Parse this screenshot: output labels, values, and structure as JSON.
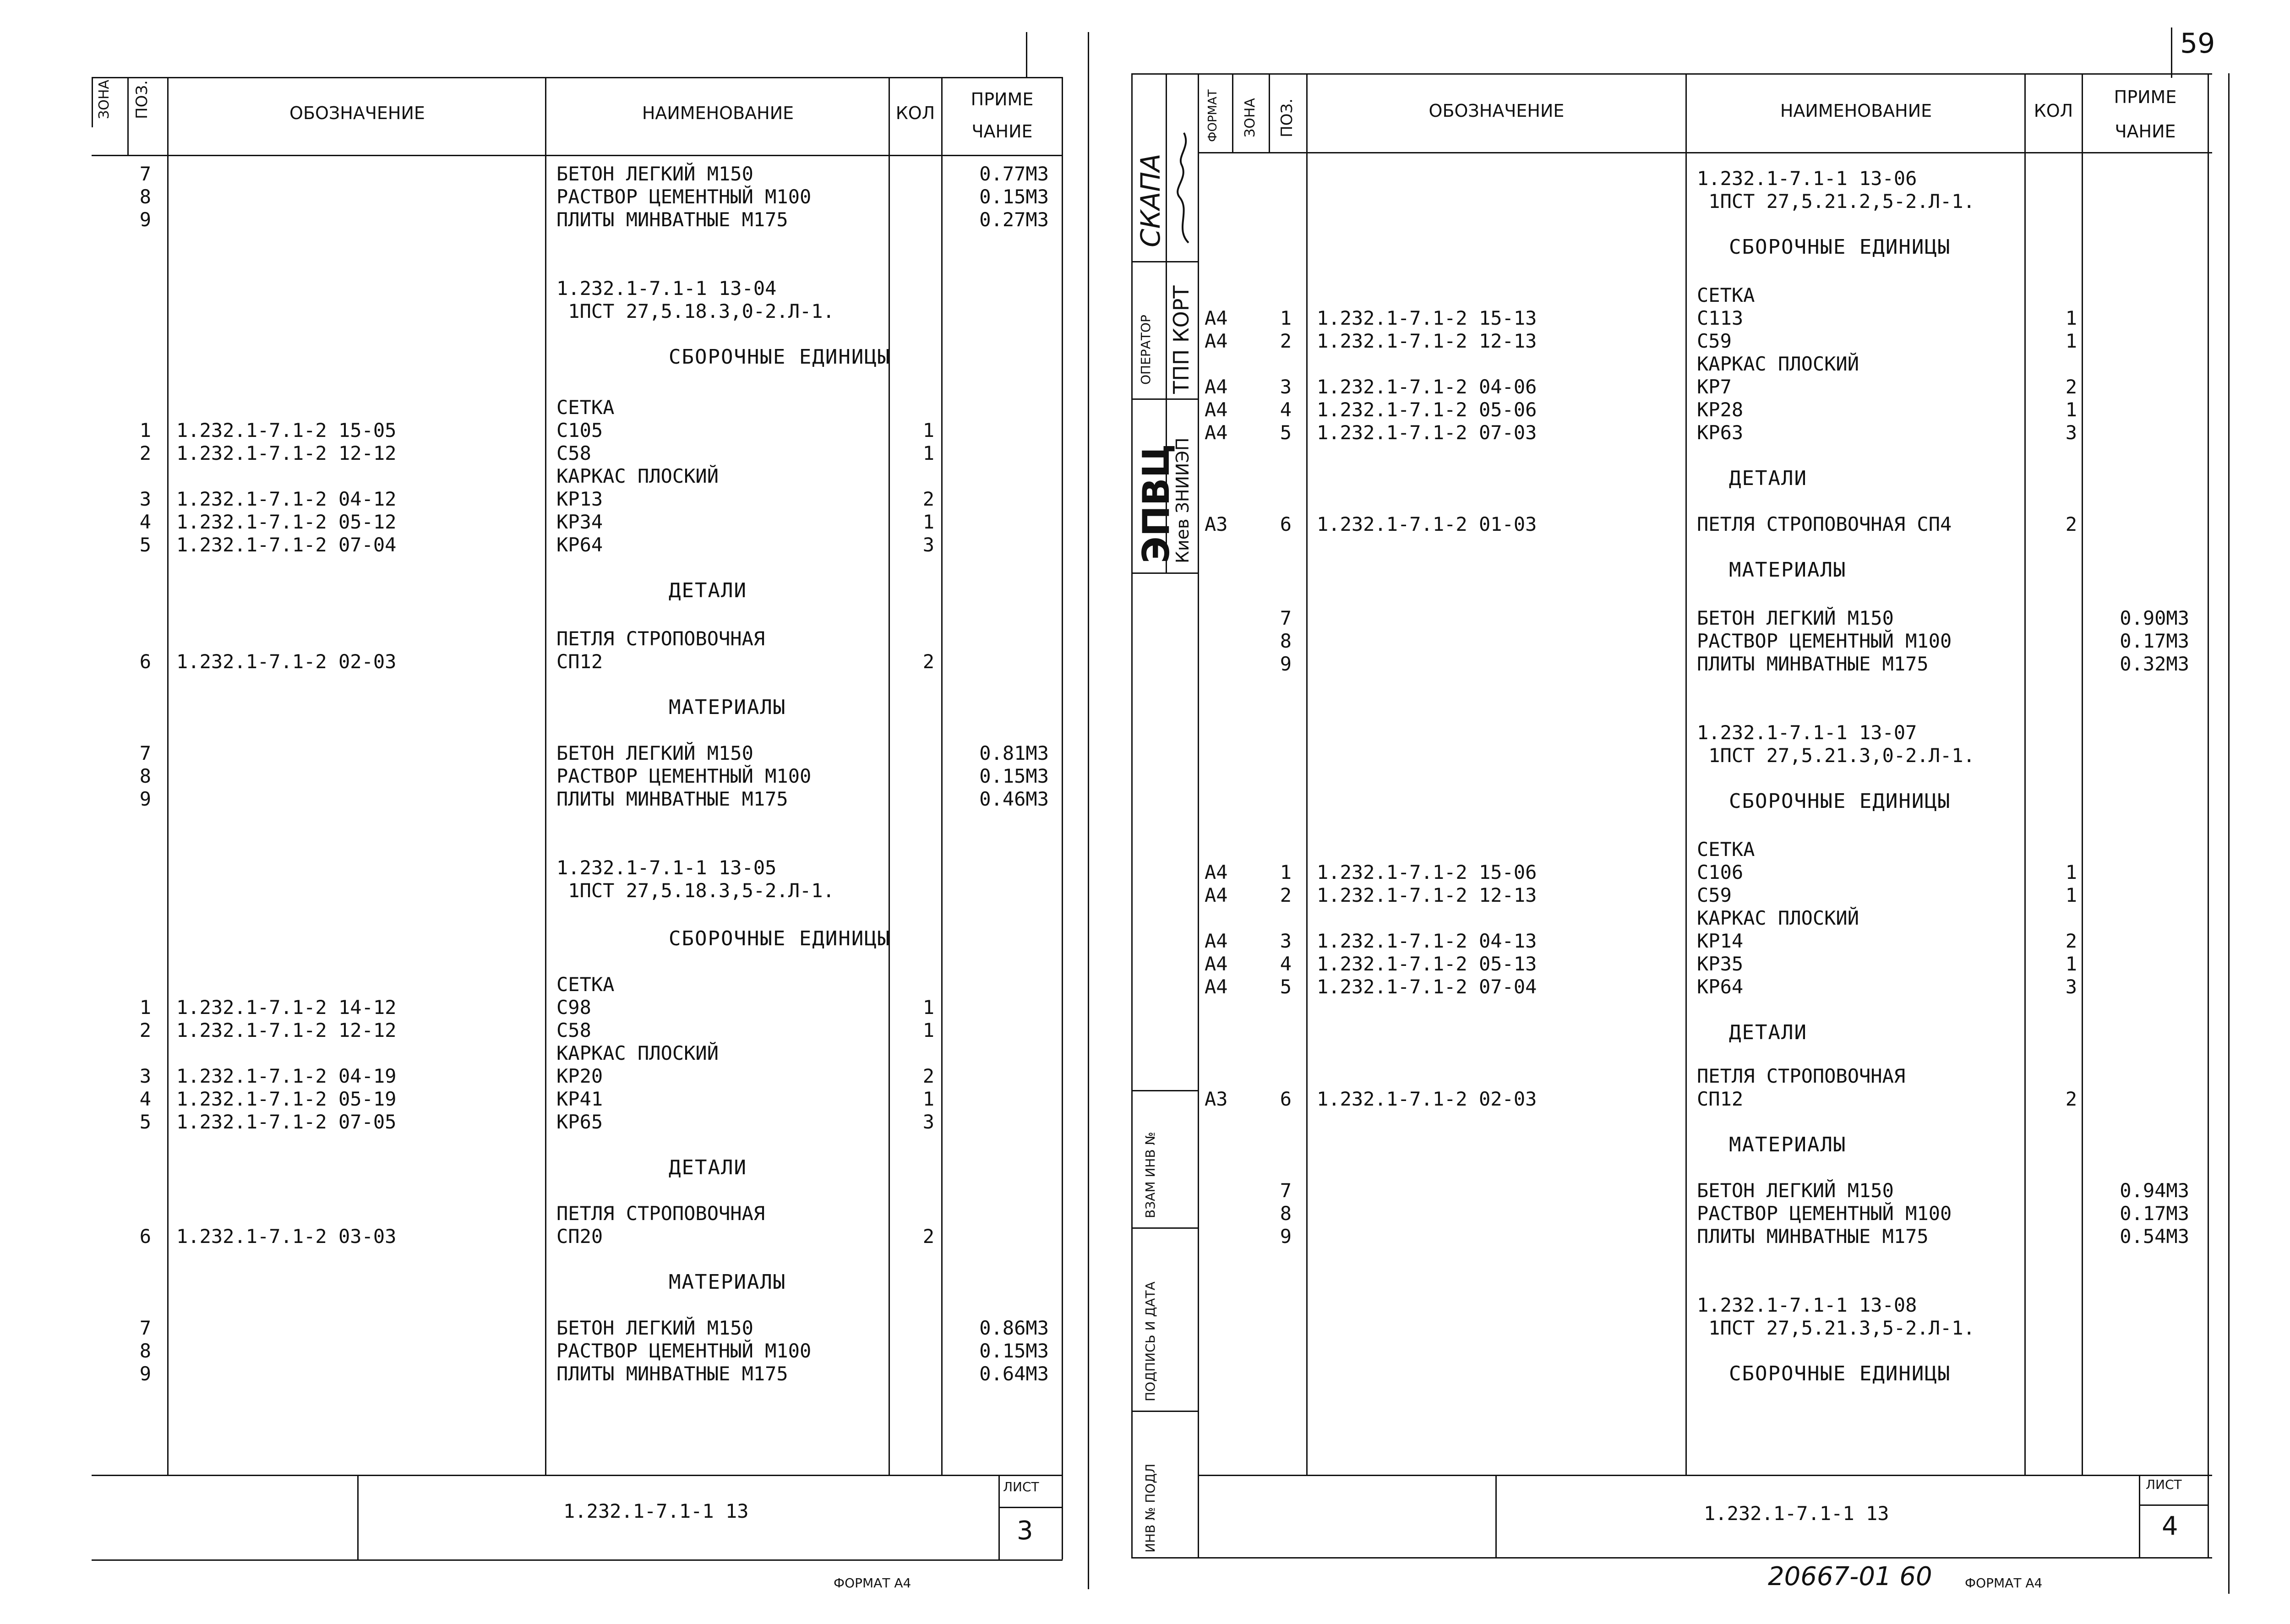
{
  "page_number": "59",
  "columns": {
    "zone": "ЗОНА",
    "pos": "ПОЗ.",
    "format": "ФОРМАТ",
    "designation": "ОБОЗНАЧЕНИЕ",
    "name": "НАИМЕНОВАНИЕ",
    "qty": "КОЛ",
    "note1": "ПРИМЕ",
    "note2": "ЧАНИЕ"
  },
  "left": {
    "rows": [
      {
        "pos": "7",
        "name": "БЕТОН ЛЕГКИЙ М150",
        "note": "0.77М3"
      },
      {
        "pos": "8",
        "name": "РАСТВОР ЦЕМЕНТНЫЙ М100",
        "note": "0.15М3"
      },
      {
        "pos": "9",
        "name": "ПЛИТЫ МИНВАТНЫЕ М175",
        "note": "0.27М3"
      },
      {
        "name": "1.232.1-7.1-1 13-04"
      },
      {
        "name": " 1ПСТ 27,5.18.3,0-2.Л-1."
      },
      {
        "head": "СБОРОЧНЫЕ ЕДИНИЦЫ"
      },
      {
        "name": "СЕТКА"
      },
      {
        "pos": "1",
        "des": "1.232.1-7.1-2 15-05",
        "name": "С105",
        "qty": "1"
      },
      {
        "pos": "2",
        "des": "1.232.1-7.1-2 12-12",
        "name": "С58",
        "qty": "1"
      },
      {
        "name": "КАРКАС ПЛОСКИЙ"
      },
      {
        "pos": "3",
        "des": "1.232.1-7.1-2 04-12",
        "name": "КР13",
        "qty": "2"
      },
      {
        "pos": "4",
        "des": "1.232.1-7.1-2 05-12",
        "name": "КР34",
        "qty": "1"
      },
      {
        "pos": "5",
        "des": "1.232.1-7.1-2 07-04",
        "name": "КР64",
        "qty": "3"
      },
      {
        "head": "ДЕТАЛИ"
      },
      {
        "name": "ПЕТЛЯ СТРОПОВОЧНАЯ"
      },
      {
        "pos": "6",
        "des": "1.232.1-7.1-2 02-03",
        "name": "СП12",
        "qty": "2"
      },
      {
        "head": "МАТЕРИАЛЫ"
      },
      {
        "pos": "7",
        "name": "БЕТОН ЛЕГКИЙ М150",
        "note": "0.81М3"
      },
      {
        "pos": "8",
        "name": "РАСТВОР ЦЕМЕНТНЫЙ М100",
        "note": "0.15М3"
      },
      {
        "pos": "9",
        "name": "ПЛИТЫ МИНВАТНЫЕ М175",
        "note": "0.46М3"
      },
      {
        "name": "1.232.1-7.1-1 13-05"
      },
      {
        "name": " 1ПСТ 27,5.18.3,5-2.Л-1."
      },
      {
        "head": "СБОРОЧНЫЕ ЕДИНИЦЫ"
      },
      {
        "name": "СЕТКА"
      },
      {
        "pos": "1",
        "des": "1.232.1-7.1-2 14-12",
        "name": "С98",
        "qty": "1"
      },
      {
        "pos": "2",
        "des": "1.232.1-7.1-2 12-12",
        "name": "С58",
        "qty": "1"
      },
      {
        "name": "КАРКАС ПЛОСКИЙ"
      },
      {
        "pos": "3",
        "des": "1.232.1-7.1-2 04-19",
        "name": "КР20",
        "qty": "2"
      },
      {
        "pos": "4",
        "des": "1.232.1-7.1-2 05-19",
        "name": "КР41",
        "qty": "1"
      },
      {
        "pos": "5",
        "des": "1.232.1-7.1-2 07-05",
        "name": "КР65",
        "qty": "3"
      },
      {
        "head": "ДЕТАЛИ"
      },
      {
        "name": "ПЕТЛЯ СТРОПОВОЧНАЯ"
      },
      {
        "pos": "6",
        "des": "1.232.1-7.1-2 03-03",
        "name": "СП20",
        "qty": "2"
      },
      {
        "head": "МАТЕРИАЛЫ"
      },
      {
        "pos": "7",
        "name": "БЕТОН ЛЕГКИЙ М150",
        "note": "0.86М3"
      },
      {
        "pos": "8",
        "name": "РАСТВОР ЦЕМЕНТНЫЙ М100",
        "note": "0.15М3"
      },
      {
        "pos": "9",
        "name": "ПЛИТЫ МИНВАТНЫЕ М175",
        "note": "0.64М3"
      }
    ],
    "footer": {
      "doc": "1.232.1-7.1-1 13",
      "sheet_label": "ЛИСТ",
      "sheet": "3",
      "format": "ФОРМАТ А4"
    }
  },
  "right": {
    "rows": [
      {
        "name": "1.232.1-7.1-1 13-06"
      },
      {
        "name": " 1ПСТ 27,5.21.2,5-2.Л-1."
      },
      {
        "head": "СБОРОЧНЫЕ ЕДИНИЦЫ"
      },
      {
        "name": "СЕТКА"
      },
      {
        "zone": "А4",
        "pos": "1",
        "des": "1.232.1-7.1-2 15-13",
        "name": "С113",
        "qty": "1"
      },
      {
        "zone": "А4",
        "pos": "2",
        "des": "1.232.1-7.1-2 12-13",
        "name": "С59",
        "qty": "1"
      },
      {
        "name": "КАРКАС ПЛОСКИЙ"
      },
      {
        "zone": "А4",
        "pos": "3",
        "des": "1.232.1-7.1-2 04-06",
        "name": "КР7",
        "qty": "2"
      },
      {
        "zone": "А4",
        "pos": "4",
        "des": "1.232.1-7.1-2 05-06",
        "name": "КР28",
        "qty": "1"
      },
      {
        "zone": "А4",
        "pos": "5",
        "des": "1.232.1-7.1-2 07-03",
        "name": "КР63",
        "qty": "3"
      },
      {
        "head": "ДЕТАЛИ"
      },
      {
        "zone": "А3",
        "pos": "6",
        "des": "1.232.1-7.1-2 01-03",
        "name": "ПЕТЛЯ СТРОПОВОЧНАЯ СП4",
        "qty": "2"
      },
      {
        "head": "МАТЕРИАЛЫ"
      },
      {
        "pos": "7",
        "name": "БЕТОН ЛЕГКИЙ М150",
        "note": "0.90М3"
      },
      {
        "pos": "8",
        "name": "РАСТВОР ЦЕМЕНТНЫЙ М100",
        "note": "0.17М3"
      },
      {
        "pos": "9",
        "name": "ПЛИТЫ МИНВАТНЫЕ М175",
        "note": "0.32М3"
      },
      {
        "name": "1.232.1-7.1-1 13-07"
      },
      {
        "name": " 1ПСТ 27,5.21.3,0-2.Л-1."
      },
      {
        "head": "СБОРОЧНЫЕ ЕДИНИЦЫ"
      },
      {
        "name": "СЕТКА"
      },
      {
        "zone": "А4",
        "pos": "1",
        "des": "1.232.1-7.1-2 15-06",
        "name": "С106",
        "qty": "1"
      },
      {
        "zone": "А4",
        "pos": "2",
        "des": "1.232.1-7.1-2 12-13",
        "name": "С59",
        "qty": "1"
      },
      {
        "name": "КАРКАС ПЛОСКИЙ"
      },
      {
        "zone": "А4",
        "pos": "3",
        "des": "1.232.1-7.1-2 04-13",
        "name": "КР14",
        "qty": "2"
      },
      {
        "zone": "А4",
        "pos": "4",
        "des": "1.232.1-7.1-2 05-13",
        "name": "КР35",
        "qty": "1"
      },
      {
        "zone": "А4",
        "pos": "5",
        "des": "1.232.1-7.1-2 07-04",
        "name": "КР64",
        "qty": "3"
      },
      {
        "head": "ДЕТАЛИ"
      },
      {
        "name": "ПЕТЛЯ СТРОПОВОЧНАЯ"
      },
      {
        "zone": "А3",
        "pos": "6",
        "des": "1.232.1-7.1-2 02-03",
        "name": "СП12",
        "qty": "2"
      },
      {
        "head": "МАТЕРИАЛЫ"
      },
      {
        "pos": "7",
        "name": "БЕТОН ЛЕГКИЙ М150",
        "note": "0.94М3"
      },
      {
        "pos": "8",
        "name": "РАСТВОР ЦЕМЕНТНЫЙ М100",
        "note": "0.17М3"
      },
      {
        "pos": "9",
        "name": "ПЛИТЫ МИНВАТНЫЕ М175",
        "note": "0.54М3"
      },
      {
        "name": "1.232.1-7.1-1 13-08"
      },
      {
        "name": " 1ПСТ 27,5.21.3,5-2.Л-1."
      },
      {
        "head": "СБОРОЧНЫЕ ЕДИНИЦЫ"
      }
    ],
    "footer": {
      "doc": "1.232.1-7.1-1 13",
      "sheet_label": "ЛИСТ",
      "sheet": "4",
      "format": "ФОРМАТ А4",
      "archive": "20667-01 60"
    }
  },
  "stamp": {
    "org": "ЭПВЦ",
    "city": "Киев ЗНИИЭП",
    "operator_label": "ОПЕРАТОР",
    "operator": "ТПП КОРТ",
    "checker": "СКАПА",
    "field1": "ВЗАМ ИНВ №",
    "field2": "ПОДПИСЬ И ДАТА",
    "field3": "ИНВ № ПОДЛ"
  }
}
